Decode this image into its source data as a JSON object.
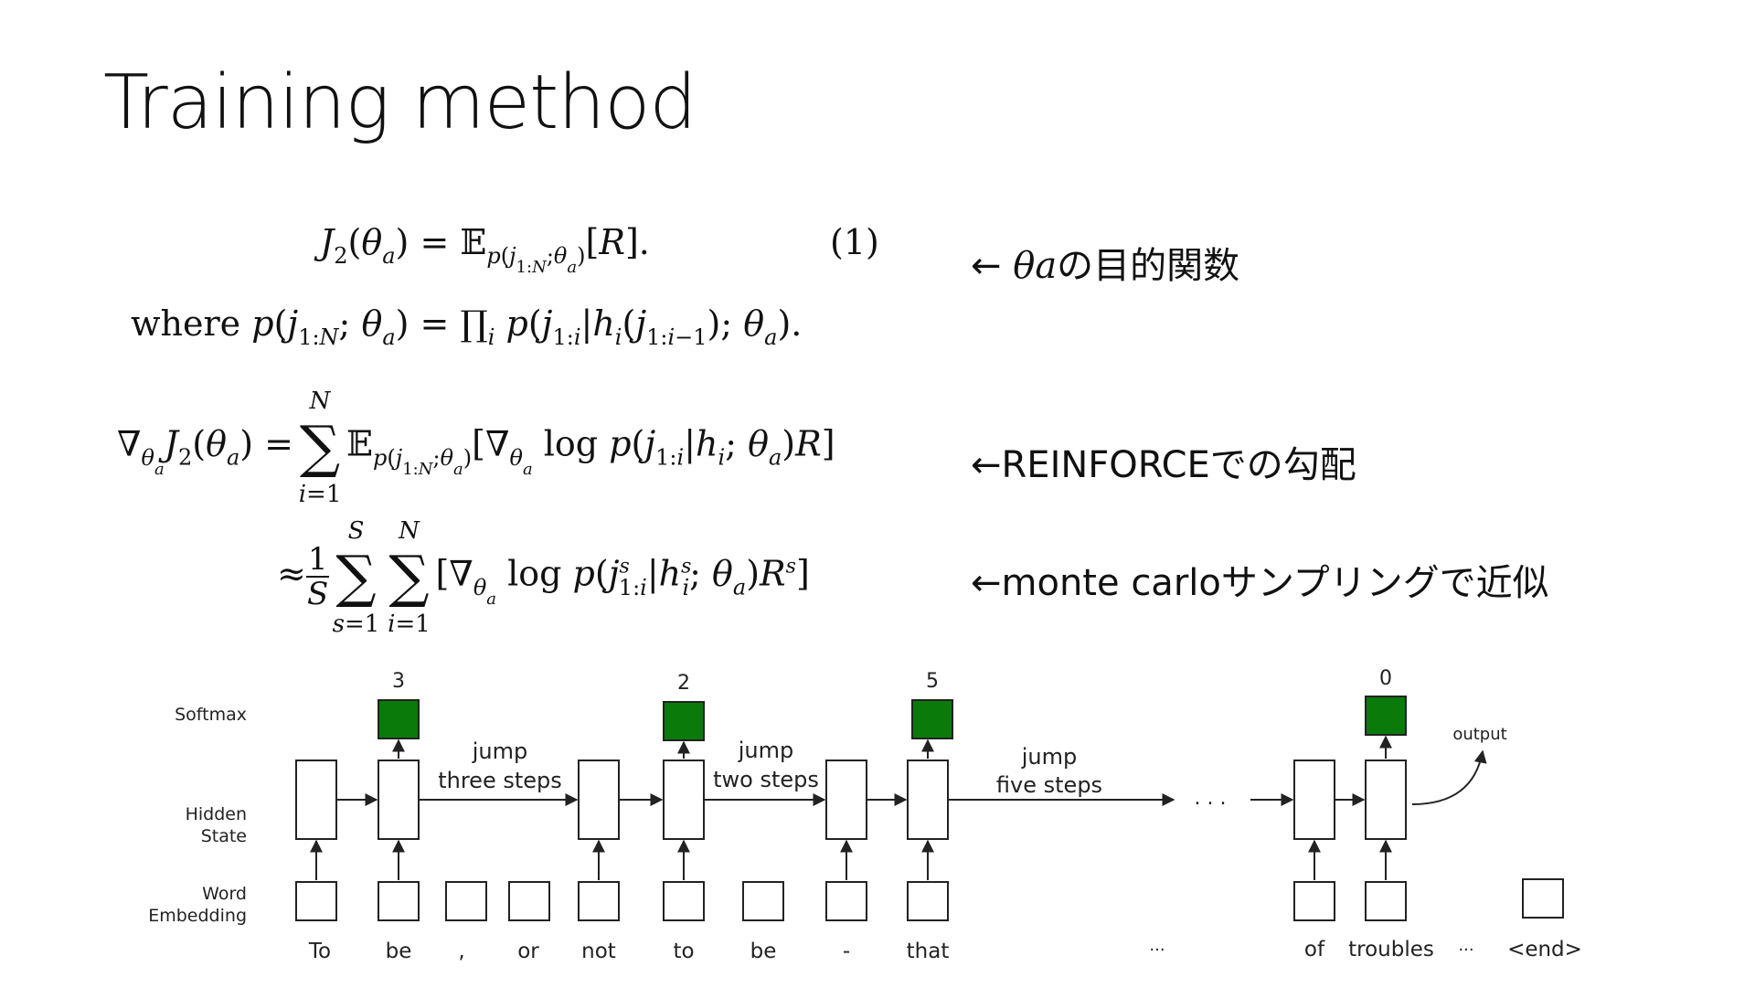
{
  "slide": {
    "title": "Training method"
  },
  "equations": {
    "eq1": "J₂(θₐ) = 𝔼p(j1:N;θa)[R].",
    "eq1_number": "(1)",
    "eq2": "where p(j1:N; θa) = ∏i p(j1:i|hi(j1:i−1); θa).",
    "eq3": "∇θa J₂(θa) = Σi=1..N 𝔼p(j1:N;θa)[∇θa log p(j1:i|hi; θa)R]",
    "eq4": "≈ 1/S Σs=1..S Σi=1..N [∇θa log p(js1:i|hsi; θa)Rs]"
  },
  "notes": {
    "note1_arrow": "←",
    "note1_symbol": "θa",
    "note1_text": "の目的関数",
    "note2": "←REINFORCEでの勾配",
    "note3": "←monte carloサンプリングで近似"
  },
  "diagram": {
    "row_labels": {
      "softmax": "Softmax",
      "hidden_1": "Hidden",
      "hidden_2": "State",
      "embed_1": "Word",
      "embed_2": "Embedding"
    },
    "softmax_values": [
      "3",
      "2",
      "5",
      "0"
    ],
    "jump_labels": [
      [
        "jump",
        "three steps"
      ],
      [
        "jump",
        "two steps"
      ],
      [
        "jump",
        "five steps"
      ]
    ],
    "ellipsis_mid": ". . .",
    "output_label": "output",
    "words": [
      "To",
      "be",
      ",",
      "or",
      "not",
      "to",
      "be",
      "-",
      "that",
      "...",
      "of",
      "troubles",
      "...",
      "<end>"
    ],
    "colors": {
      "softmax_fill": "#0a7a0a",
      "stroke": "#222222"
    }
  }
}
